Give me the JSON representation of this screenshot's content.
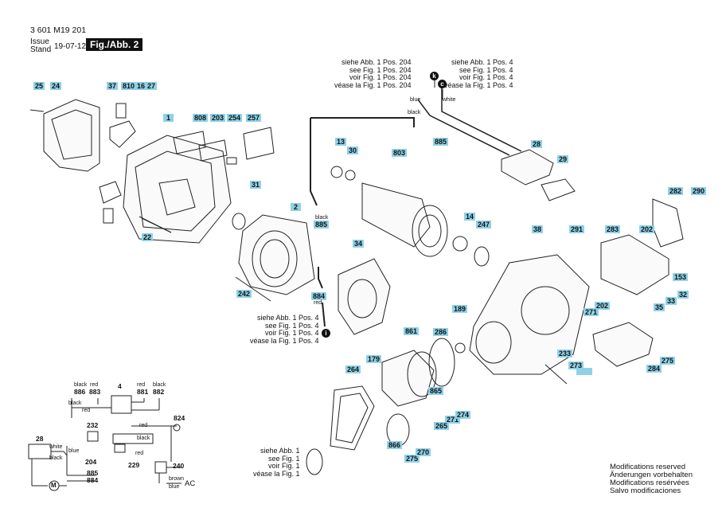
{
  "header": {
    "doc_number": "3 601 M19 201",
    "issue_label": "Issue",
    "stand_label": "Stand",
    "issue_date": "19-07-12",
    "fig_label": "Fig./Abb. 2"
  },
  "notes": {
    "ref_204": [
      "siehe Abb. 1 Pos. 204",
      "see Fig.    1 Pos. 204",
      "voir Fig.    1 Pos. 204",
      "véase la Fig. 1 Pos. 204"
    ],
    "ref_4_top": [
      "siehe Abb. 1 Pos. 4",
      "see Fig.    1 Pos. 4",
      "voir Fig.    1 Pos. 4",
      "véase la Fig. 1 Pos. 4"
    ],
    "ref_4_left": [
      "siehe Abb. 1 Pos. 4",
      "see Fig.    1 Pos. 4",
      "voir Fig.    1 Pos. 4",
      "véase la Fig. 1 Pos. 4"
    ],
    "ref_1": [
      "siehe Abb. 1",
      "see Fig. 1",
      "voir Fig. 1",
      "véase la Fig. 1"
    ],
    "markers": {
      "k": "k",
      "c": "c",
      "i": "i"
    }
  },
  "wires": {
    "blue": "blue",
    "white": "white",
    "black": "black",
    "red": "red",
    "brown": "brown"
  },
  "parts": [
    "25",
    "24",
    "37",
    "810",
    "16",
    "27",
    "1",
    "808",
    "203",
    "254",
    "257",
    "31",
    "22",
    "2",
    "885",
    "884",
    "242",
    "13",
    "30",
    "803",
    "885",
    "28",
    "29",
    "14",
    "247",
    "34",
    "38",
    "291",
    "283",
    "202",
    "282",
    "290",
    "153",
    "32",
    "33",
    "35",
    "202",
    "271",
    "284",
    "275",
    "189",
    "861",
    "286",
    "179",
    "264",
    "233",
    "273",
    "865",
    "271",
    "274",
    "265",
    "866",
    "275",
    "270"
  ],
  "schematic": {
    "numbers": [
      "886",
      "883",
      "4",
      "881",
      "882",
      "824",
      "232",
      "28",
      "204",
      "229",
      "240",
      "885",
      "884"
    ],
    "motor": "M",
    "ac": "AC"
  },
  "modifications": [
    "Modifications reserved",
    "Änderungen vorbehalten",
    "Modifications resérvées",
    "Salvo modificaciones"
  ],
  "colors": {
    "label_bg": "#8fd2e8",
    "ink": "#111111"
  }
}
